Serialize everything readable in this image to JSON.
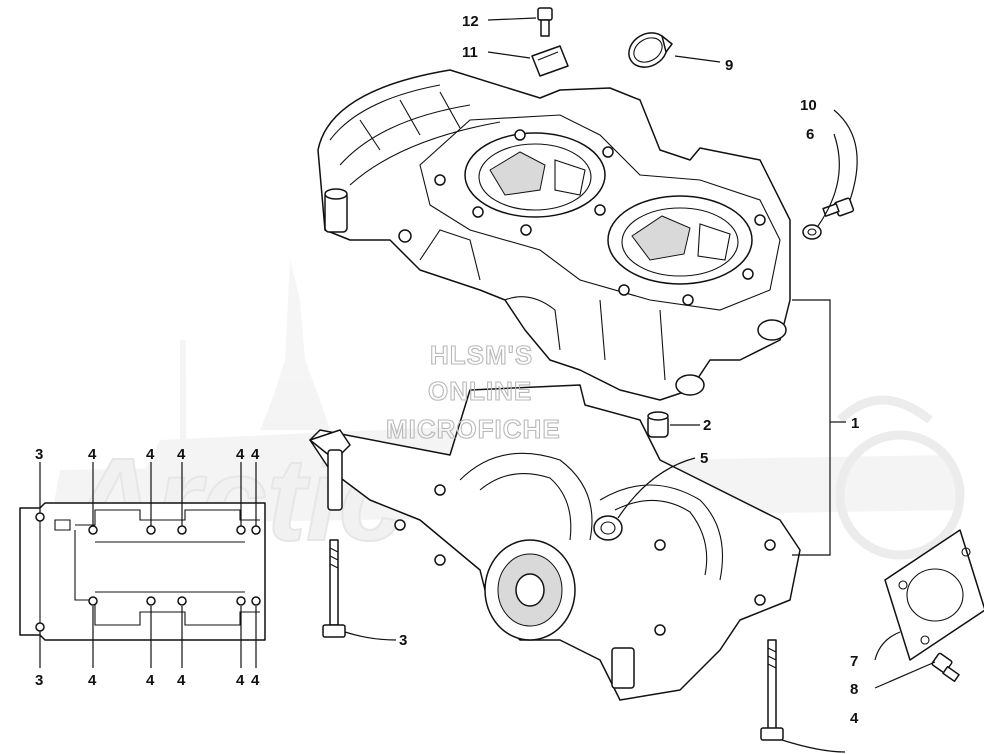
{
  "watermark": {
    "line1": "HLSM'S",
    "line2": "ONLINE",
    "line3": "MICROFICHE",
    "background_logo": "Arctic Cat"
  },
  "callouts": {
    "c12": "12",
    "c11": "11",
    "c9": "9",
    "c10": "10",
    "c6": "6",
    "c1": "1",
    "c2": "2",
    "c5": "5",
    "c3_bolt": "3",
    "c7": "7",
    "c8": "8",
    "c4_bolt": "4"
  },
  "bolt_pattern": {
    "top_labels": [
      "3",
      "4",
      "4",
      "4",
      "4",
      "4"
    ],
    "bottom_labels": [
      "3",
      "4",
      "4",
      "4",
      "4",
      "4"
    ]
  },
  "colors": {
    "line": "#111111",
    "watermark": "#b8b8b8"
  }
}
